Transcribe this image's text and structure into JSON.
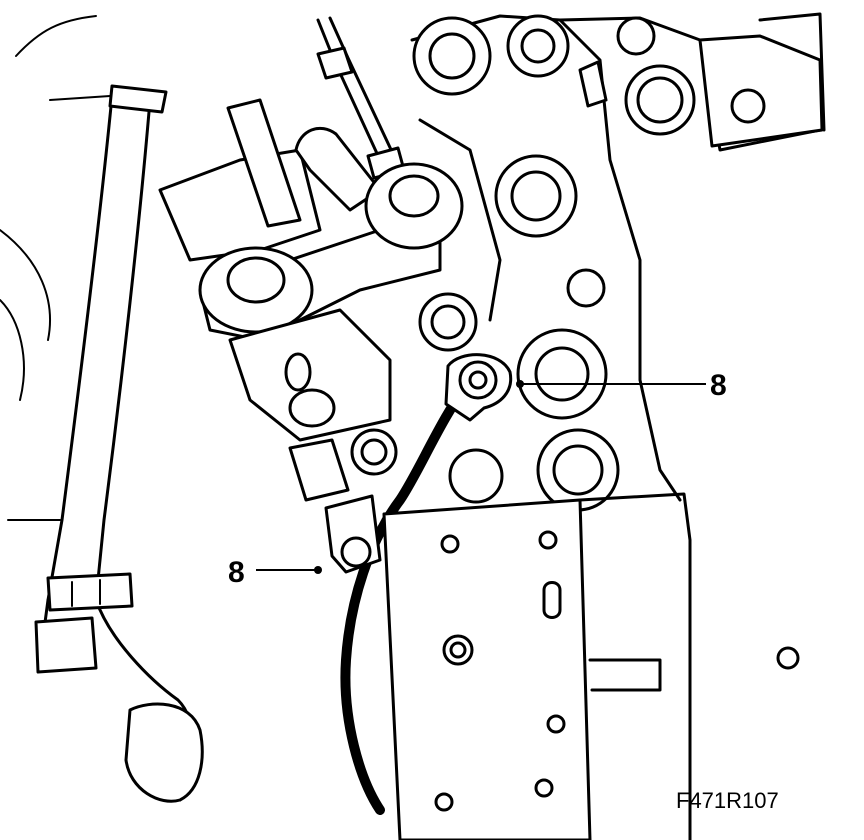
{
  "figure": {
    "callouts": [
      {
        "id": "upper",
        "label": "8"
      },
      {
        "id": "lower",
        "label": "8"
      }
    ],
    "reference_code": "F471R107",
    "colors": {
      "line": "#000000",
      "background": "#ffffff"
    }
  }
}
